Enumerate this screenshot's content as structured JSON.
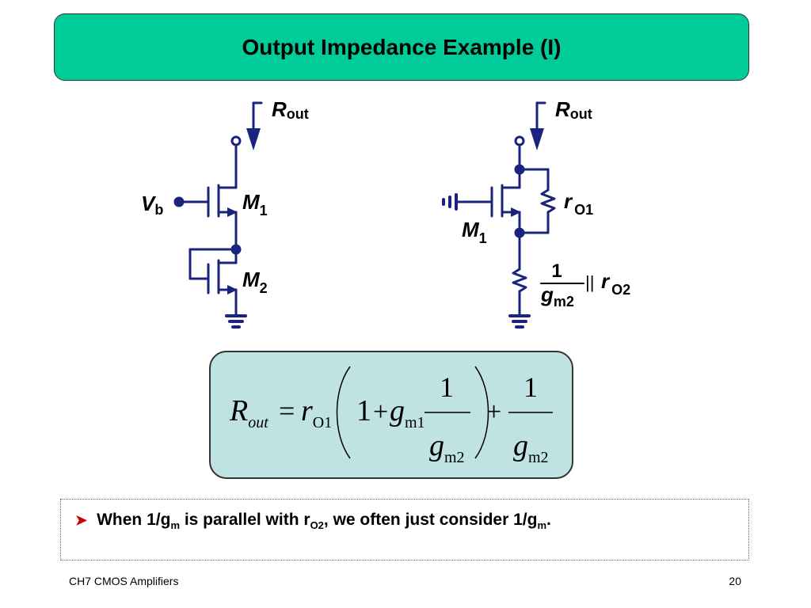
{
  "title": "Output Impedance Example (I)",
  "left_circuit": {
    "rout_main": "R",
    "rout_sub": "out",
    "vb_main": "V",
    "vb_sub": "b",
    "m1_main": "M",
    "m1_sub": "1",
    "m2_main": "M",
    "m2_sub": "2"
  },
  "right_circuit": {
    "rout_main": "R",
    "rout_sub": "out",
    "m1_main": "M",
    "m1_sub": "1",
    "ro1_main": "r",
    "ro1_sub": "O1",
    "frac_num": "1",
    "frac_den_main": "g",
    "frac_den_sub": "m2",
    "parallel": "||",
    "ro2_main": "r",
    "ro2_sub": "O2"
  },
  "formula": {
    "lhs_main": "R",
    "lhs_sub": "out",
    "equals": "=",
    "ro_main": "r",
    "ro_sub": "O1",
    "one": "1",
    "plus1": "+",
    "g1_main": "g",
    "g1_sub": "m1",
    "frac1_num": "1",
    "frac1_den_main": "g",
    "frac1_den_sub": "m2",
    "plus2": "+",
    "frac2_num": "1",
    "frac2_den_main": "g",
    "frac2_den_sub": "m2"
  },
  "bullet": {
    "t1": "When 1/g",
    "s1": "m",
    "t2": " is parallel with r",
    "s2": "O2",
    "t3": ", we often just consider 1/g",
    "s3": "m",
    "t4": "."
  },
  "footer": {
    "left": "CH7 CMOS Amplifiers",
    "page": "20"
  },
  "colors": {
    "title_bg": "#00cc99",
    "circuit": "#1a237e",
    "formula_bg": "#bfe3e3",
    "bullet_arrow": "#cc0000"
  }
}
